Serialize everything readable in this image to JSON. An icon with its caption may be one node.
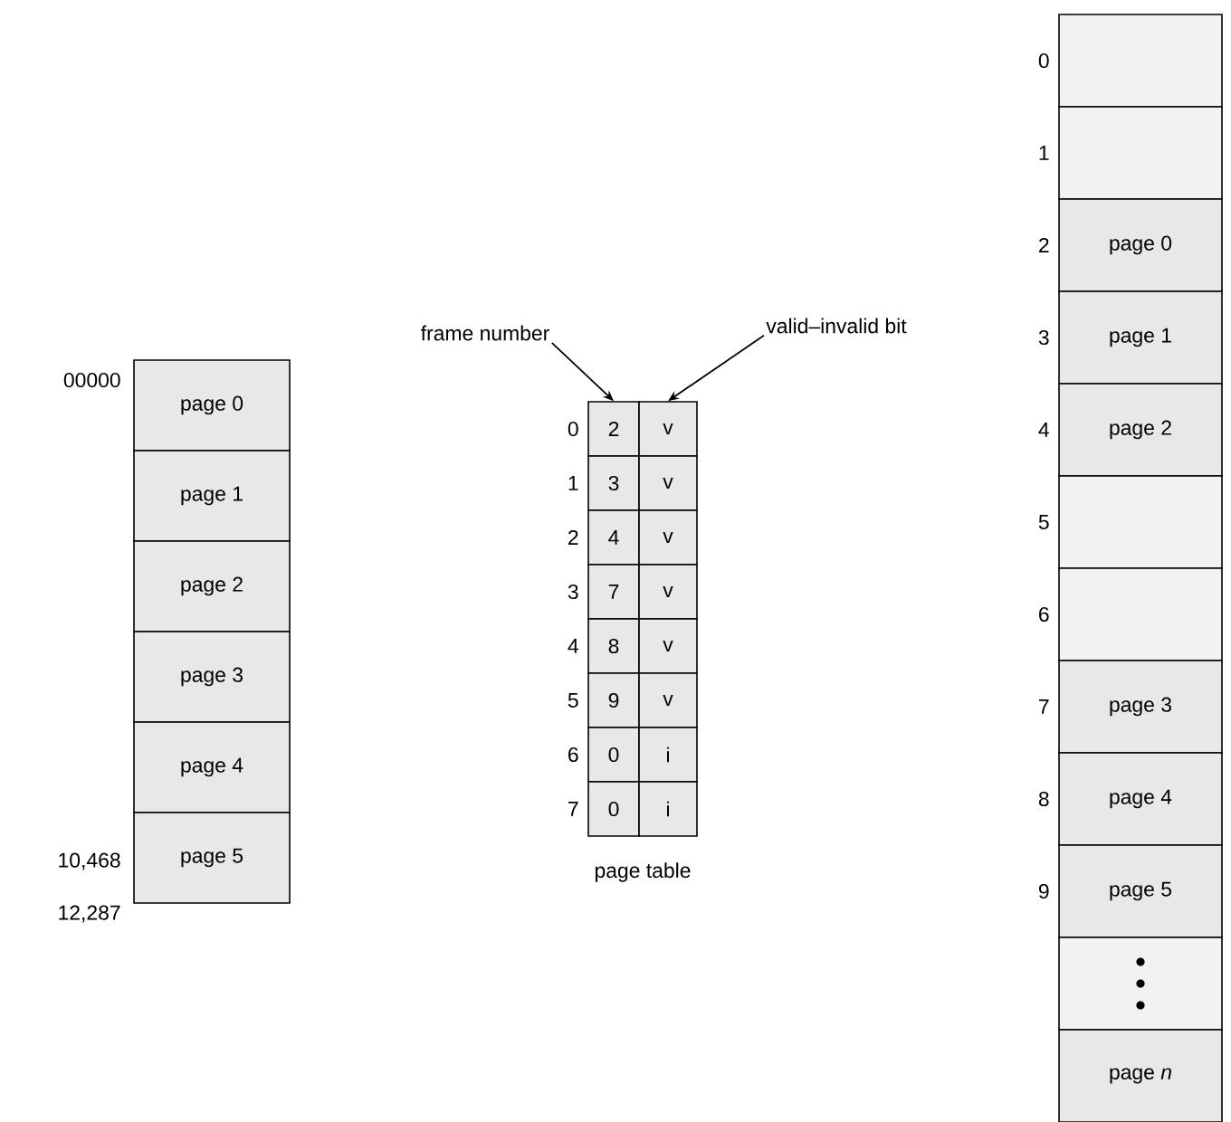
{
  "diagram": {
    "nodes": [
      {
        "text": [
          "page 0"
        ]
      },
      {
        "text": [
          "page 1"
        ]
      },
      {
        "text": [
          "page 2"
        ]
      },
      {
        "text": [
          "page 3"
        ]
      },
      {
        "text": [
          "page 4"
        ]
      },
      {
        "text": [
          "page 5"
        ]
      },
      {
        "text": [
          "frame number"
        ]
      },
      {
        "text": [
          "valid–invalid bit"
        ]
      },
      {
        "text": [
          "2"
        ],
        "beside": [
          "0"
        ]
      },
      {
        "text": [
          "v"
        ]
      },
      {
        "text": [
          "3"
        ],
        "beside": [
          "1"
        ]
      },
      {
        "text": [
          "v"
        ]
      },
      {
        "text": [
          "4"
        ],
        "beside": [
          "2"
        ]
      },
      {
        "text": [
          "v"
        ]
      },
      {
        "text": [
          "7"
        ],
        "beside": [
          "3"
        ]
      },
      {
        "text": [
          "v"
        ]
      },
      {
        "text": [
          "8"
        ],
        "beside": [
          "4"
        ]
      },
      {
        "text": [
          "v"
        ]
      },
      {
        "text": [
          "9"
        ],
        "beside": [
          "5"
        ]
      },
      {
        "text": [
          "v"
        ]
      },
      {
        "text": [
          "0"
        ],
        "beside": [
          "6"
        ]
      },
      {
        "text": [
          "i"
        ]
      },
      {
        "text": [
          "0"
        ],
        "beside": [
          "7"
        ]
      },
      {
        "text": [
          "i"
        ]
      },
      {
        "text": [],
        "shape": "box",
        "beside": [
          "0"
        ]
      },
      {
        "text": [],
        "shape": "box",
        "beside": [
          "1"
        ]
      },
      {
        "text": [
          "page 0"
        ],
        "beside": [
          "2"
        ]
      },
      {
        "text": [
          "page 1"
        ],
        "beside": [
          "3"
        ]
      },
      {
        "text": [
          "page 2"
        ],
        "beside": [
          "4"
        ]
      },
      {
        "text": [],
        "shape": "box",
        "beside": [
          "5"
        ]
      },
      {
        "text": [],
        "shape": "box",
        "beside": [
          "6"
        ]
      },
      {
        "text": [
          "page 3"
        ],
        "beside": [
          "7"
        ]
      },
      {
        "text": [
          "page 4"
        ],
        "beside": [
          "8"
        ]
      },
      {
        "text": [
          "page 5"
        ],
        "beside": [
          "9"
        ]
      },
      {
        "text": [],
        "shape": "ellipsis"
      },
      {
        "text": [
          "page *n*"
        ]
      }
    ],
    "edges": [
      {
        "from": 6,
        "to": 8,
        "arrow": "to"
      },
      {
        "from": 7,
        "to": 9,
        "arrow": "to"
      }
    ],
    "labels": [
      "00000",
      "10,468",
      "12,287",
      "page table"
    ]
  }
}
